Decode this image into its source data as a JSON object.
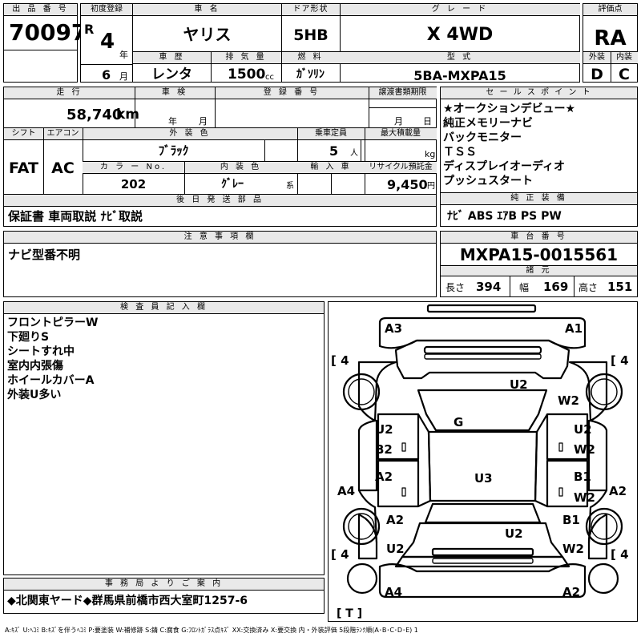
{
  "listing_no": {
    "label": "出 品 番 号",
    "value": "70097"
  },
  "first_reg": {
    "label": "初度登録",
    "era": "R",
    "year": "4",
    "year_unit": "年",
    "month": "6",
    "month_unit": "月"
  },
  "car_name": {
    "label": "車 名",
    "value": "ヤリス"
  },
  "door": {
    "label": "ドア形状",
    "value": "5HB"
  },
  "grade": {
    "label": "グ レ ー ド",
    "value": "X 4WD"
  },
  "score": {
    "label": "評価点",
    "value": "RA",
    "ext_label": "外装",
    "int_label": "内装",
    "ext": "D",
    "int": "C"
  },
  "history": {
    "label": "車 歴",
    "value": "レンタ"
  },
  "displacement": {
    "label": "排 気 量",
    "value": "1500",
    "unit": "cc"
  },
  "fuel": {
    "label": "燃 料",
    "value": "ｶﾞｿﾘﾝ"
  },
  "model": {
    "label": "型 式",
    "value": "5BA-MXPA15"
  },
  "mileage": {
    "label": "走 行",
    "value": "58,740",
    "unit": "km"
  },
  "inspection": {
    "label": "車 検",
    "year_unit": "年",
    "month_unit": "月"
  },
  "registration": {
    "label": "登 録 番 号"
  },
  "transfer_deadline": {
    "label": "譲渡書類期限",
    "month_unit": "月",
    "day_unit": "日"
  },
  "shift": {
    "label": "シフト",
    "value": "FAT"
  },
  "aircon": {
    "label": "エアコン",
    "value": "AC"
  },
  "exterior_color": {
    "label": "外 装 色",
    "value": "ﾌﾞﾗｯｸ"
  },
  "capacity": {
    "label": "乗車定員",
    "value": "5",
    "unit": "人"
  },
  "max_load": {
    "label": "最大積載量",
    "unit": "kg"
  },
  "color_no": {
    "label": "カ ラ ー No.",
    "value": "202"
  },
  "interior_color": {
    "label": "内 装 色",
    "value": "ｸﾞﾚｰ",
    "unit": "系"
  },
  "import": {
    "label": "輸 入 車"
  },
  "recycle": {
    "label": "リサイクル預託金",
    "value": "9,450",
    "unit": "円"
  },
  "later_parts": {
    "label": "後 日 発 送 部 品",
    "value": "保証書 車両取説 ﾅﾋﾞ取説"
  },
  "sales_points": {
    "label": "セ ー ル ス ポ イ ン ト",
    "items": [
      "★オークションデビュー★",
      "純正メモリーナビ",
      "バックモニター",
      "ＴＳＳ",
      "ディスプレイオーディオ",
      "プッシュスタート"
    ]
  },
  "equipment": {
    "label": "純 正 装 備",
    "value": "ﾅﾋﾞ ABS ｴｱB PS PW"
  },
  "notes": {
    "label": "注 意 事 項 欄",
    "value": "ナビ型番不明"
  },
  "chassis": {
    "label": "車 台 番 号",
    "value": "MXPA15-0015561",
    "specs_label": "諸 元",
    "length_label": "長さ",
    "length": "394",
    "width_label": "幅",
    "width": "169",
    "height_label": "高さ",
    "height": "151"
  },
  "inspector": {
    "label": "検 査 員 記 入 欄",
    "lines": [
      "フロントピラーW",
      "下廻りS",
      "シートすれ中",
      "室内内張傷",
      "ホイールカバーA",
      "外装U多い"
    ]
  },
  "office": {
    "label": "事 務 局 よ り ご 案 内",
    "value": "◆北関東ヤード◆群馬県前橋市西大室町1257-6"
  },
  "diagram": {
    "tire_front_left": "4",
    "tire_front_right": "4",
    "tire_rear_left": "4",
    "tire_rear_right": "4",
    "spare": "T",
    "marks": {
      "front_bumper_left": "A3",
      "front_bumper_right": "A1",
      "hood": "U2",
      "front_fender_right": "W2",
      "windshield": "G",
      "front_door_left_1": "U2",
      "front_door_left_2": "B2",
      "front_door_right_1": "U2",
      "front_door_right_2": "W2",
      "rocker_left": "A4",
      "rear_door_left": "A2",
      "roof": "U3",
      "rear_door_right_1": "B1",
      "rear_door_right_2": "W2",
      "rocker_right": "A2",
      "rear_fender_left_1": "A2",
      "rear_fender_left_2": "U2",
      "rear_right_1": "B1",
      "rear_right_2": "W2",
      "trunk": "U2",
      "rear_bumper_left": "A4",
      "rear_bumper_right": "A2"
    }
  },
  "legend": "A:ｷｽﾞ U:ﾍｺﾐ B:ｷｽﾞを伴うﾍｺﾐ P:要塗装 W:補修跡 S:錆 C:腐食 G:ﾌﾛﾝﾄｶﾞﾗｽ点ｷｽﾞ XX:交換済み X:要交換 内・外装評価 5段階ﾗﾝｸ順(A･B･C･D･E) 1"
}
